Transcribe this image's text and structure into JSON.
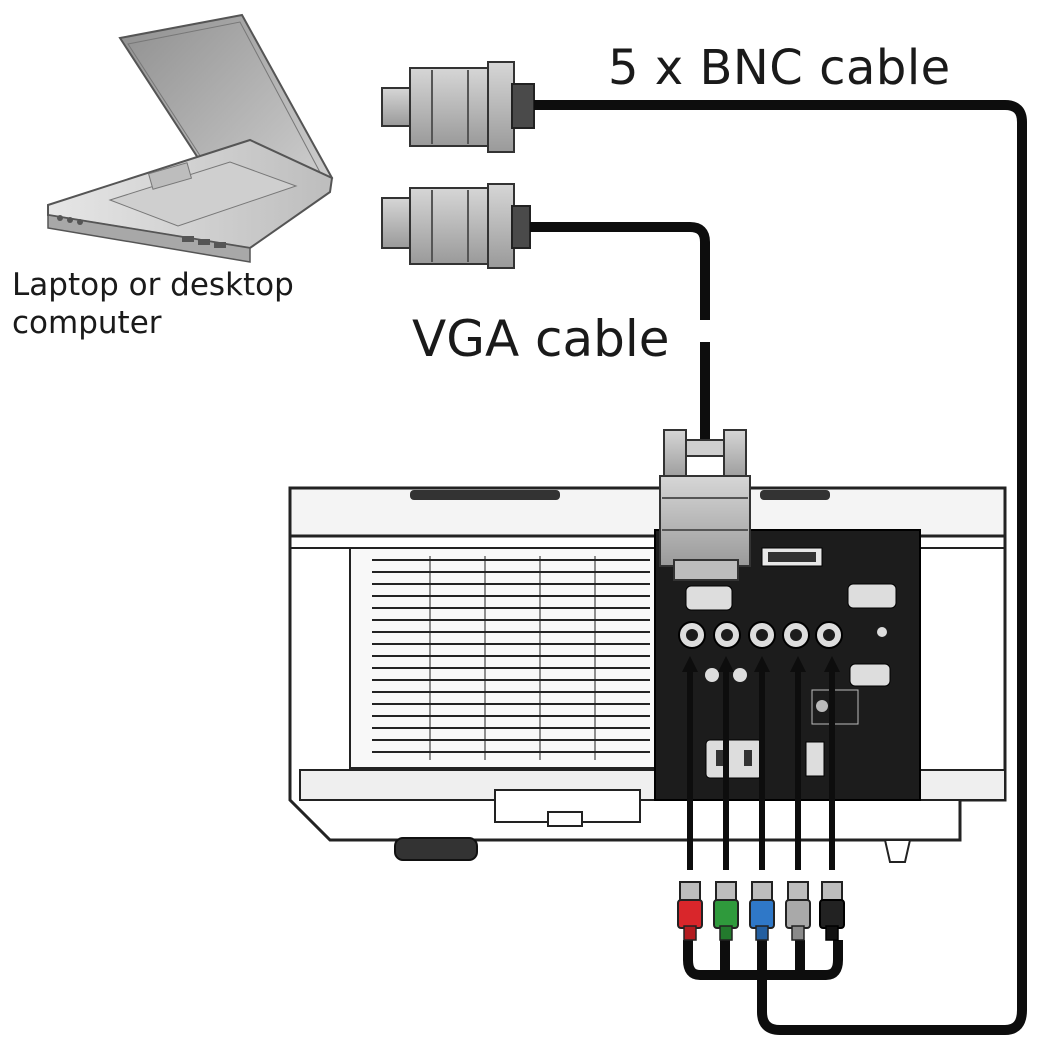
{
  "labels": {
    "bnc_cable": "5 x BNC cable",
    "vga_cable": "VGA cable",
    "computer_line1": "Laptop or desktop",
    "computer_line2": "computer"
  },
  "colors": {
    "cable": "#0d0d0d",
    "projector_panel": "#1c1c1c",
    "connector_gray": "#b8b8b8",
    "bnc_red": "#d9262b",
    "bnc_green": "#2f9a3c",
    "bnc_blue": "#2f78c8",
    "bnc_gray": "#a9a9a9",
    "bnc_black": "#222222"
  }
}
